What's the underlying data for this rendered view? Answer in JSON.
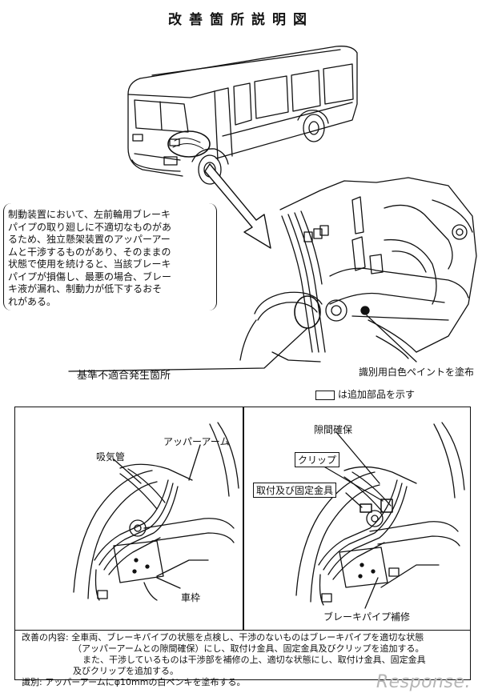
{
  "title": "改善箇所説明図",
  "callout": {
    "lines": [
      "制動装置において、左前輪用ブレーキ",
      "パイプの取り廻しに不適切なものがあ",
      "るため、独立懸架装置のアッパーアー",
      "ムと干渉するものがあり、そのままの",
      "状態で使用を続けると、当該ブレーキ",
      "パイプが損傷し、最悪の場合、ブレー",
      "キ液が漏れ、制動力が低下するおそ",
      "れがある。"
    ]
  },
  "labels": {
    "nonconformity_location": "基準不適合発生箇所",
    "white_paint": "識別用白色ペイントを塗布",
    "legend_text": "は追加部品を示す",
    "upper_arm": "アッパーアーム",
    "intake_pipe": "吸気管",
    "frame": "車枠",
    "clearance": "隙間確保",
    "clip": "クリップ",
    "bracket": "取付及び固定金具",
    "brake_pipe_repair": "ブレーキパイプ補修"
  },
  "description": {
    "line1": "改善の内容: 全車両、ブレーキパイプの状態を点検し、干渉のないものはブレーキパイプを適切な状態",
    "line2": "（アッパーアームとの隙間確保）にし、取付け金具、固定金具及びクリップを追加する。",
    "line3": "また、干渉しているものは干渉部を補修の上、適切な状態にし、取付け金具、固定金具",
    "line4": "及びクリップを追加する。",
    "line5": "識別: アッパーアームにφ10mmの白ペンキを塗布する。"
  },
  "watermark": "Response."
}
